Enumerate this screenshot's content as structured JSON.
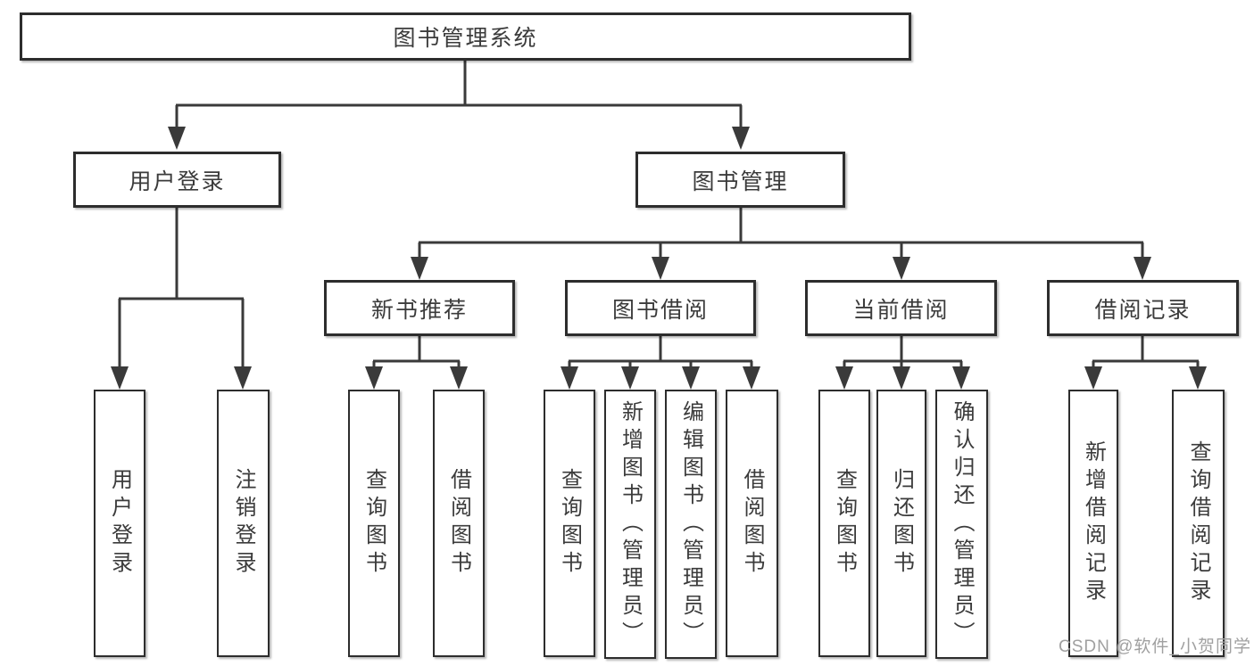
{
  "diagram_title": "图书管理系统",
  "nodes": {
    "root": {
      "label": "图书管理系统"
    },
    "user_login": {
      "label": "用户登录",
      "children": {
        "login": {
          "label": "用户登录"
        },
        "logout": {
          "label": "注销登录"
        }
      }
    },
    "book_management": {
      "label": "图书管理",
      "children": {
        "new_book_recommend": {
          "label": "新书推荐",
          "children": {
            "query_book": {
              "label": "查询图书"
            },
            "borrow_book": {
              "label": "借阅图书"
            }
          }
        },
        "book_borrow": {
          "label": "图书借阅",
          "children": {
            "query_book": {
              "label": "查询图书"
            },
            "add_book_admin": {
              "label": "新增图书（管理员）"
            },
            "edit_book_admin": {
              "label": "编辑图书（管理员）"
            },
            "borrow_book": {
              "label": "借阅图书"
            }
          }
        },
        "current_borrow": {
          "label": "当前借阅",
          "children": {
            "query_book": {
              "label": "查询图书"
            },
            "return_book": {
              "label": "归还图书"
            },
            "confirm_return_admin": {
              "label": "确认归还（管理员）"
            }
          }
        },
        "borrow_records": {
          "label": "借阅记录",
          "children": {
            "add_borrow_record": {
              "label": "新增借阅记录"
            },
            "query_borrow_record": {
              "label": "查询借阅记录"
            }
          }
        }
      }
    }
  },
  "watermark": {
    "text": "CSDN @软件_小贺同学"
  },
  "colors": {
    "line": "#3a3a3a",
    "border": "#2d2d2d",
    "text": "#3b3b3b",
    "watermark": "#a0a0a0",
    "background": "#ffffff"
  }
}
